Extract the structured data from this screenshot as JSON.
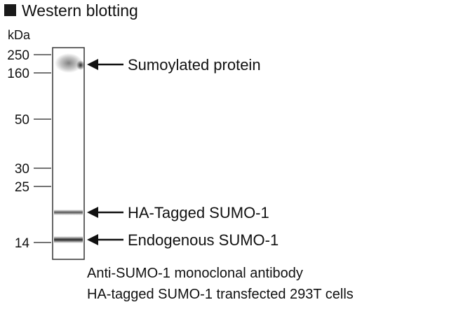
{
  "title": "Western blotting",
  "unit": "kDa",
  "markers": [
    {
      "label": "250",
      "kda": 250
    },
    {
      "label": "160",
      "kda": 160
    },
    {
      "label": "50",
      "kda": 50
    },
    {
      "label": "30",
      "kda": 30
    },
    {
      "label": "25",
      "kda": 25
    },
    {
      "label": "14",
      "kda": 14
    }
  ],
  "annotations": {
    "sumoylated": "Sumoylated protein",
    "ha_tagged": "HA-Tagged SUMO-1",
    "endogenous": "Endogenous SUMO-1"
  },
  "captions": {
    "line1": "Anti-SUMO-1 monoclonal antibody",
    "line2": "HA-tagged SUMO-1 transfected 293T cells"
  },
  "colors": {
    "text": "#111111",
    "band": "#1a1a1a",
    "lane_border": "#333333"
  }
}
